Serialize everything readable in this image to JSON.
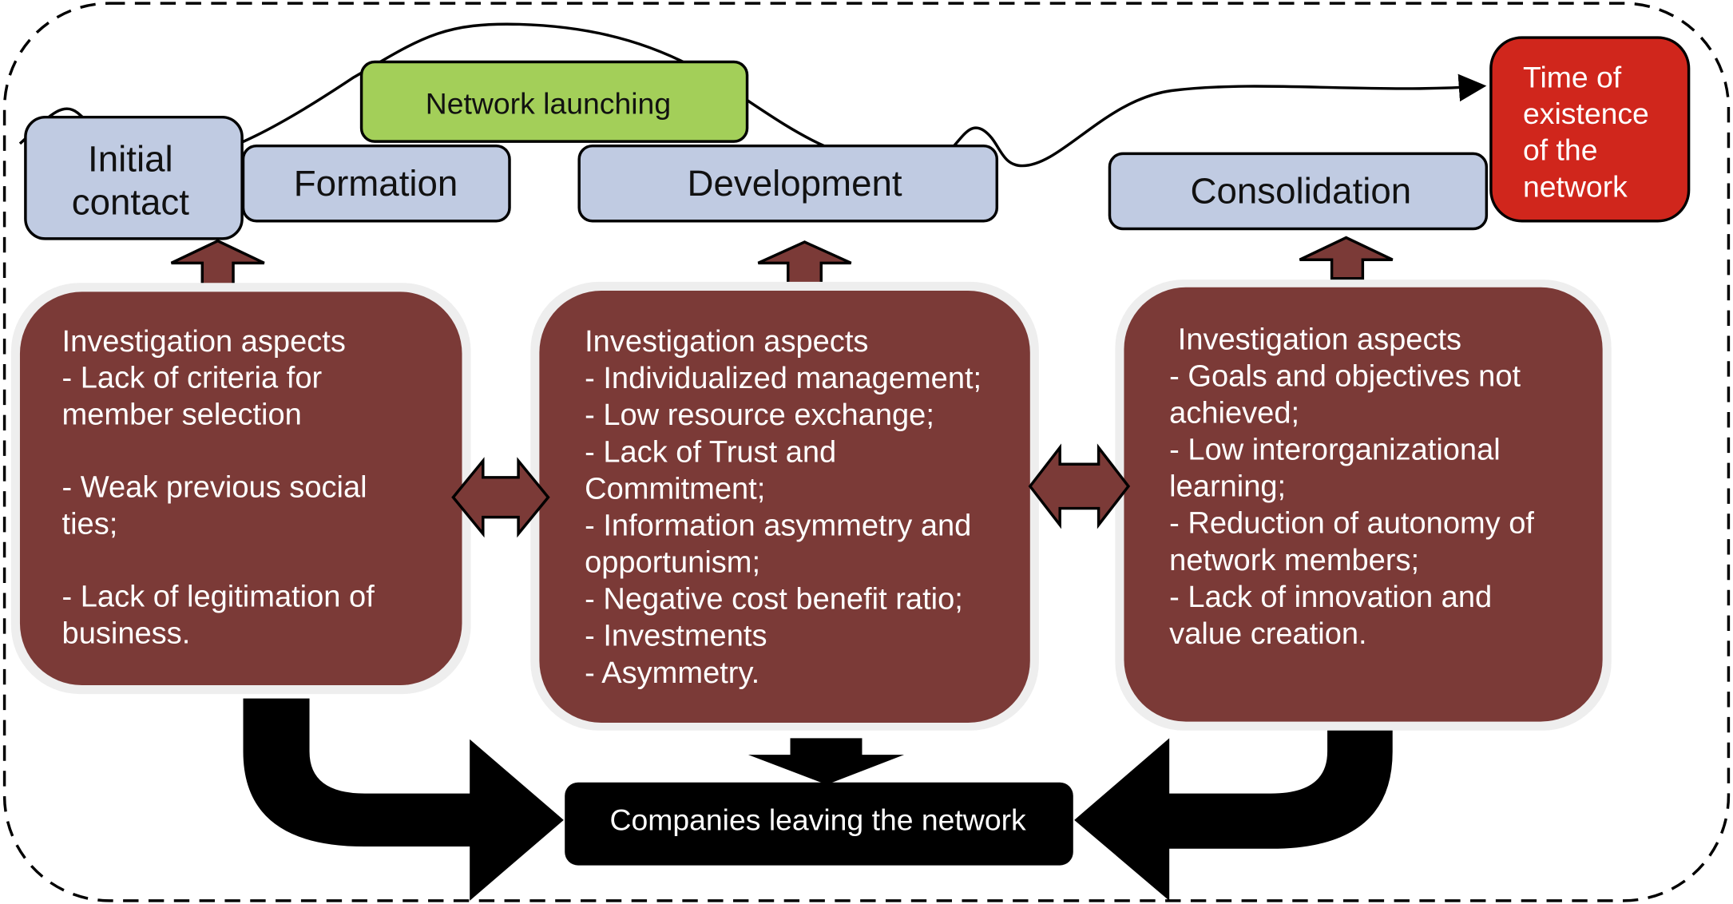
{
  "diagram": {
    "phases": [
      {
        "id": "initial-contact",
        "lines": [
          "Initial",
          "contact"
        ]
      },
      {
        "id": "formation",
        "lines": [
          "Formation"
        ]
      },
      {
        "id": "development",
        "lines": [
          "Development"
        ]
      },
      {
        "id": "consolidation",
        "lines": [
          "Consolidation"
        ]
      }
    ],
    "network_launching": "Network launching",
    "time_of_existence": [
      "Time of",
      "existence",
      "of the",
      "network"
    ],
    "aspect_boxes": [
      {
        "id": "formation-aspects",
        "lines": [
          "Investigation aspects",
          "- Lack of criteria for",
          "member selection",
          "",
          "- Weak previous social",
          "ties;",
          "",
          "- Lack of legitimation of",
          "business."
        ]
      },
      {
        "id": "development-aspects",
        "lines": [
          "Investigation aspects",
          "- Individualized management;",
          "- Low resource exchange;",
          "- Lack of Trust and",
          "Commitment;",
          "- Information asymmetry and",
          "opportunism;",
          "- Negative cost benefit ratio;",
          "- Investments",
          "- Asymmetry."
        ]
      },
      {
        "id": "consolidation-aspects",
        "lines": [
          " Investigation aspects",
          "- Goals and objectives not",
          "achieved;",
          "- Low interorganizational",
          "learning;",
          "- Reduction of autonomy of",
          "network members;",
          "- Lack of innovation and",
          "value creation."
        ]
      }
    ],
    "exit_box": "Companies leaving the network",
    "colors": {
      "phase_fill": "#c0cbe2",
      "launch_fill": "#a3cf59",
      "time_fill": "#d0261c",
      "aspect_fill": "#7b3a37",
      "aspect_halo": "#eeeeee",
      "exit_fill": "#000000",
      "arrow_fill": "#7b3a37"
    }
  }
}
